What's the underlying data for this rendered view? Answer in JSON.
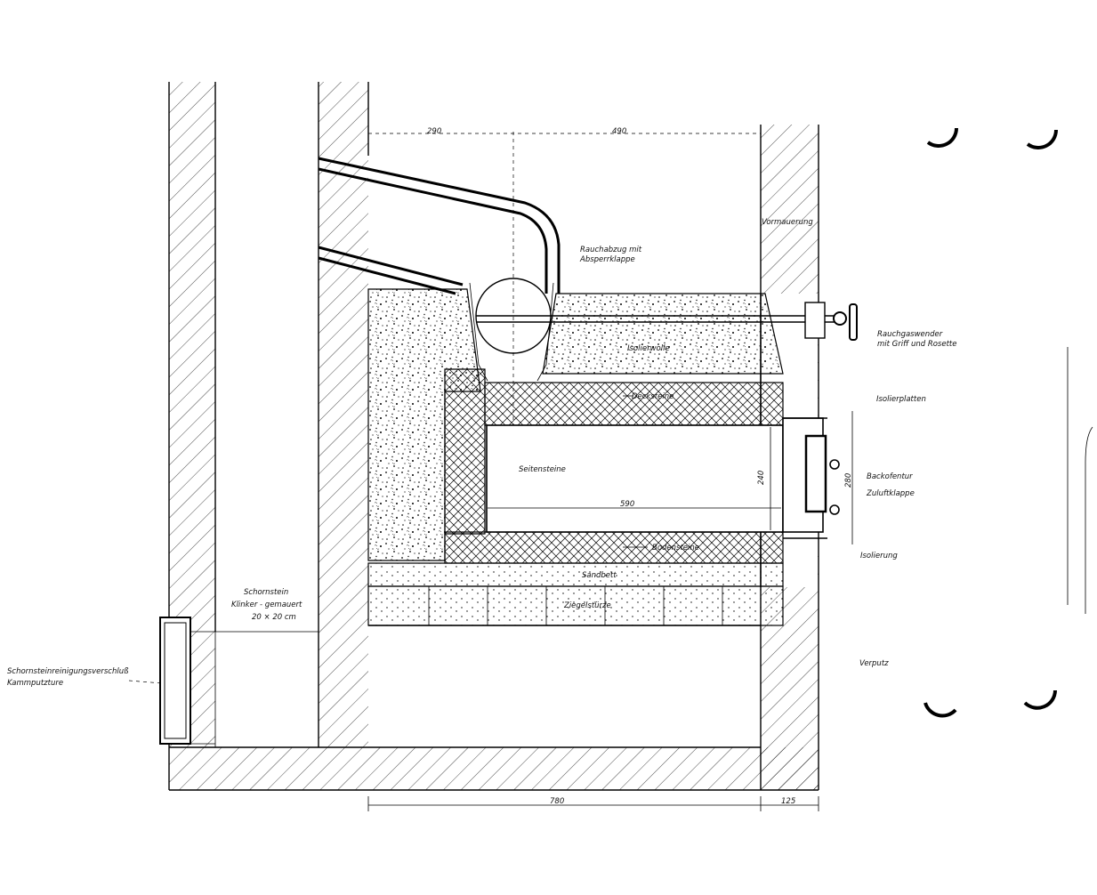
{
  "labels": {
    "rauchabzug_1": "Rauchabzug mit",
    "rauchabzug_2": "Absperrklappe",
    "vormauerung": "Vormauerung",
    "isolierwolle": "Isolierwolle",
    "decksteine": "Decksteine",
    "seitensteine": "Seitensteine",
    "bodensteine": "Bodensteine",
    "sandbett": "Sandbett",
    "ziegelsturze": "Ziegelstürze",
    "schornstein_1": "Schornstein",
    "schornstein_2": "Klinker - gemauert",
    "schornstein_3": "20 × 20 cm",
    "reinigung_1": "Schornsteinreinigungsverschluß",
    "reinigung_2": "Kammputzture",
    "rauchgaswender_1": "Rauchgaswender",
    "rauchgaswender_2": "mit Griff und Rosette",
    "isolierplatten": "Isolierplatten",
    "backofentur": "Backofentur",
    "zuluftklappe": "Zuluftklappe",
    "isolierung": "Isolierung",
    "verputz": "Verputz"
  },
  "dimensions": {
    "d290": "290",
    "d490": "490",
    "d590": "590",
    "d240": "240",
    "d280": "280",
    "d780": "780",
    "d125": "125"
  },
  "colors": {
    "ink": "#000000",
    "paper": "#ffffff"
  }
}
